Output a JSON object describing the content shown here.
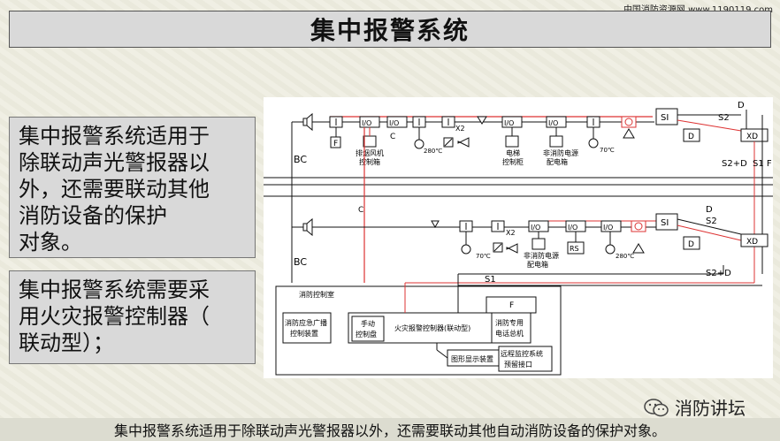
{
  "watermark_site": "中国消防资源网 www.1190119.com",
  "title": "集中报警系统",
  "box1_lines": [
    "集中报警系统适用于",
    "除联动声光警报器以",
    "外，还需要联动其他",
    "消防设备的保护",
    "对象。"
  ],
  "box2_lines": [
    "集中报警系统需要采",
    "用火灾报警控制器（",
    "联动型）；"
  ],
  "caption": "集中报警系统适用于除联动声光警报器以外，还需要联动其他自动消防设备的保护对象。",
  "wechat_label": "消防讲坛",
  "diagram": {
    "bc_top": "BC",
    "bc_bottom": "BC",
    "c_left": "C",
    "c_top": "C",
    "x2_top": "X2",
    "x2_bottom": "X2",
    "fan_label": [
      "排烟风机",
      "控制箱"
    ],
    "elevator_label": [
      "电梯",
      "控制柜"
    ],
    "nonfire_top": [
      "非消防电源",
      "配电箱"
    ],
    "nonfire_bottom": [
      "非消防电源",
      "配电箱"
    ],
    "temp_280_top": "280℃",
    "temp_70_top": "70℃",
    "temp_70_bottom": "70℃",
    "temp_280_bottom": "280℃",
    "si_top": "SI",
    "si_bottom": "SI",
    "s2_top": "S2",
    "s2_bottom": "S2",
    "d_top": "D",
    "d_bottom": "D",
    "d_box_top": "D",
    "d_box_bottom": "D",
    "xd_top": "XD",
    "xd_bottom": "XD",
    "s2d_top": "S2+D",
    "s2d_bottom": "S2+D",
    "s1f": "S1 F",
    "s1": "S1",
    "f_label": "F",
    "rs": "RS",
    "control_room": "消防控制室",
    "broadcast": [
      "消防应急广播",
      "控制装置"
    ],
    "manual_panel": [
      "手动",
      "控制盘"
    ],
    "main_controller": "火灾报警控制器(联动型)",
    "phone": [
      "消防专用",
      "电话总机"
    ],
    "graphic_display": "图形显示装置",
    "remote": [
      "远程监控系统",
      "预留接口"
    ],
    "f_box": "F"
  }
}
